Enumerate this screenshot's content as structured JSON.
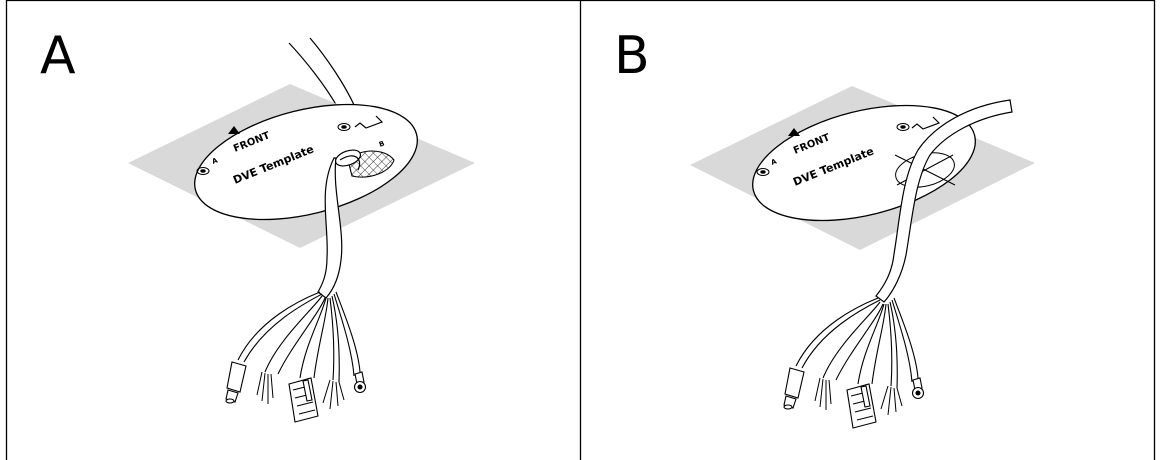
{
  "panels": [
    {
      "letter": "A"
    },
    {
      "letter": "B"
    }
  ],
  "template": {
    "front_label": "FRONT",
    "name_label": "DVE Template",
    "hole_a": "A",
    "hole_b": "B"
  },
  "colors": {
    "background": "#ffffff",
    "line": "#000000",
    "mounting_surface": "#d9d9d9"
  }
}
